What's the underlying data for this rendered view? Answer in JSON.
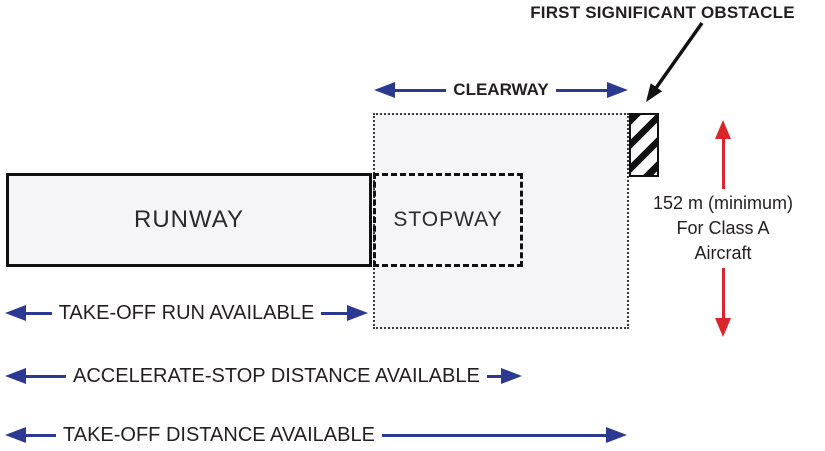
{
  "diagram": {
    "obstacle_title": "FIRST SIGNIFICANT OBSTACLE",
    "clearway_label": "CLEARWAY",
    "runway_label": "RUNWAY",
    "stopway_label": "STOPWAY",
    "tora_label": "TAKE-OFF RUN AVAILABLE",
    "asda_label": "ACCELERATE-STOP DISTANCE AVAILABLE",
    "toda_label": "TAKE-OFF DISTANCE AVAILABLE",
    "height_note": {
      "line1": "152 m (minimum)",
      "line2": "For Class A",
      "line3": "Aircraft"
    },
    "colors": {
      "arrow_blue": "#2b3990",
      "arrow_red": "#d9262b",
      "ink": "#231f20"
    }
  }
}
